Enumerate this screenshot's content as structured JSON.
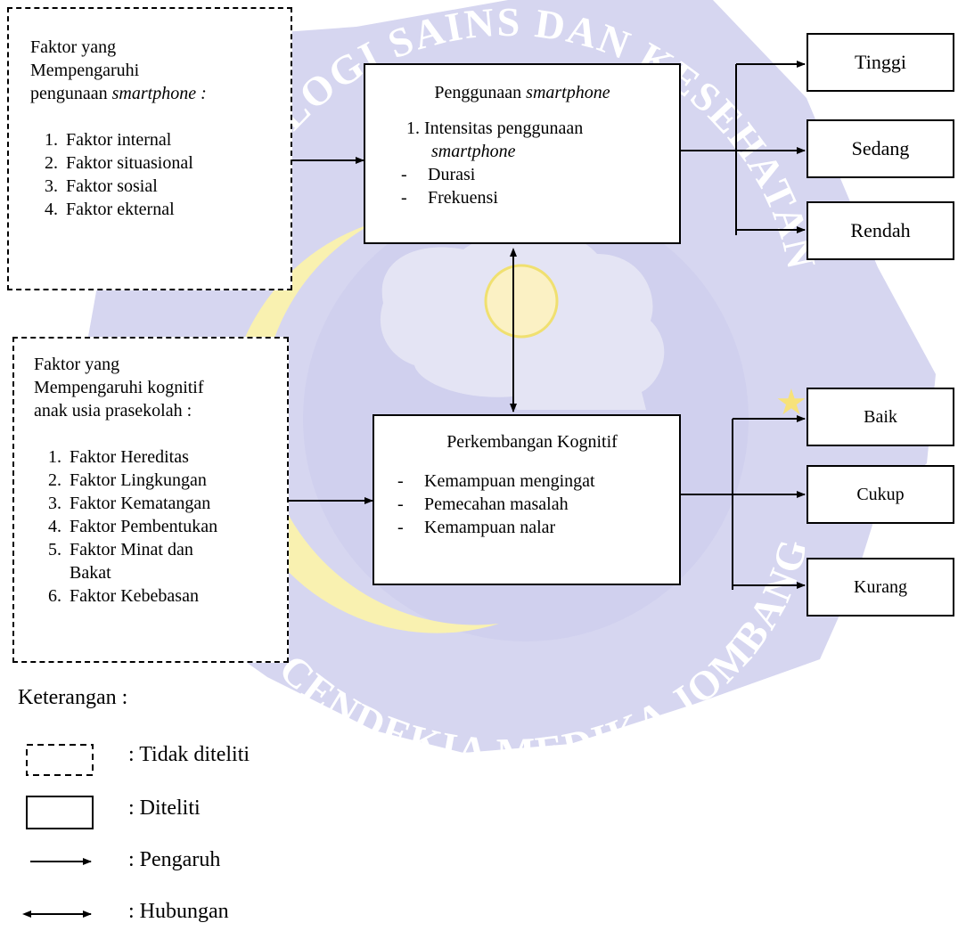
{
  "box_smartphone_factors": {
    "title_line1": "Faktor yang",
    "title_line2": "Mempengaruhi",
    "title_line3_prefix": "pengunaan ",
    "title_line3_italic": "smartphone :",
    "items": [
      "Faktor internal",
      "Faktor situasional",
      "Faktor sosial",
      "Faktor ekternal"
    ]
  },
  "box_cognitive_factors": {
    "title_line1": "Faktor yang",
    "title_line2": "Mempengaruhi kognitif",
    "title_line3": "anak usia prasekolah :",
    "items": [
      "Faktor Hereditas",
      "Faktor Lingkungan",
      "Faktor Kematangan",
      "Faktor Pembentukan",
      "Faktor Minat dan Bakat",
      "Faktor Kebebasan"
    ]
  },
  "box_smartphone_use": {
    "title_prefix": "Penggunaan ",
    "title_italic": "smartphone",
    "item1_number": "1.",
    "item1_text": "Intensitas penggunaan",
    "item1_italic": "smartphone",
    "sub_items": [
      "Durasi",
      "Frekuensi"
    ]
  },
  "box_cognitive_dev": {
    "title": "Perkembangan Kognitif",
    "items": [
      "Kemampuan mengingat",
      "Pemecahan masalah",
      "Kemampuan nalar"
    ]
  },
  "outcomes_smartphone": [
    "Tinggi",
    "Sedang",
    "Rendah"
  ],
  "outcomes_cognitive": [
    "Baik",
    "Cukup",
    "Kurang"
  ],
  "legend": {
    "title": "Keterangan :",
    "dashed": ": Tidak diteliti",
    "solid": ": Diteliti",
    "arrow": ": Pengaruh",
    "double_arrow": ": Hubungan"
  },
  "watermark": {
    "top_text": "TEKNOLOGI SAINS DAN KESEHATAN",
    "bottom_text": "INSAN CENDEKIA MEDIKA JOMBANG",
    "star": "★",
    "colors": {
      "shield": "#d4d4ef",
      "crescent": "#fbf5b8",
      "star": "#f7e27a",
      "text": "#ffffff"
    }
  }
}
